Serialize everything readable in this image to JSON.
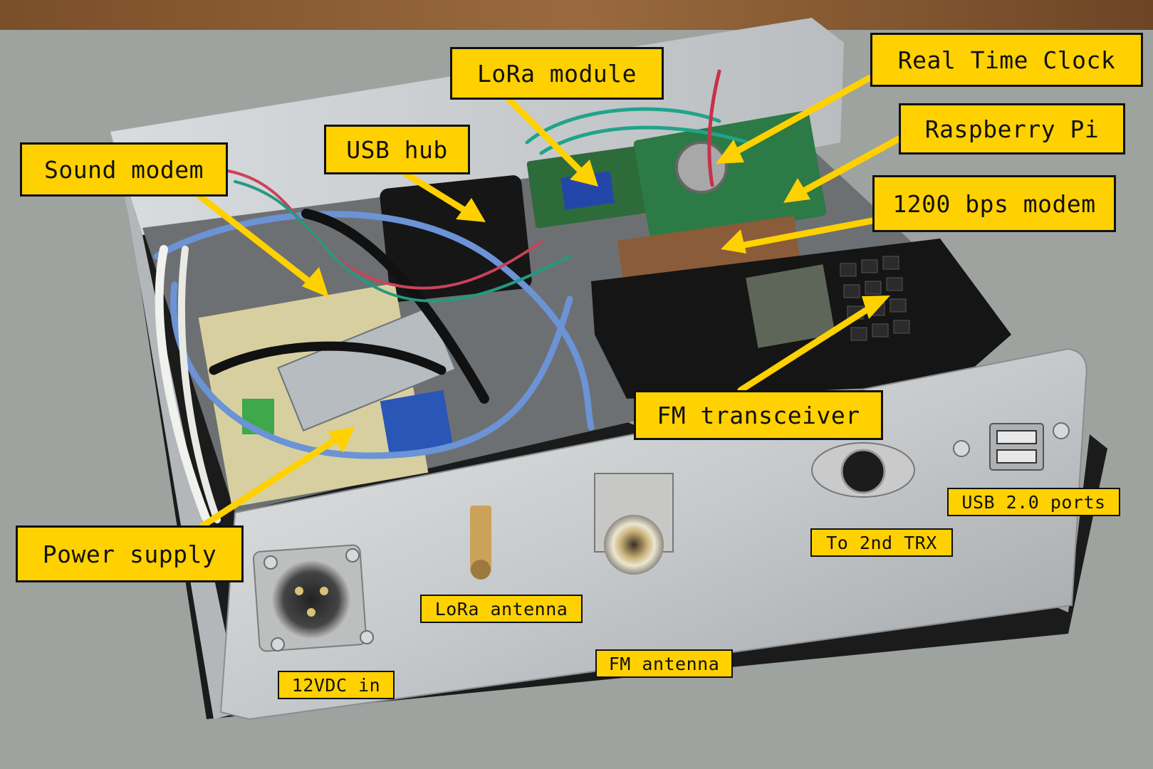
{
  "labels": {
    "lora_module": "LoRa module",
    "real_time_clock": "Real Time Clock",
    "usb_hub": "USB hub",
    "raspberry_pi": "Raspberry Pi",
    "sound_modem": "Sound modem",
    "modem_1200": "1200 bps modem",
    "fm_transceiver": "FM transceiver",
    "power_supply": "Power supply",
    "usb_ports": "USB 2.0 ports",
    "to_2nd_trx": "To 2nd TRX",
    "lora_antenna": "LoRa antenna",
    "fm_antenna": "FM antenna",
    "dc_in": "12VDC in"
  },
  "colors": {
    "label_fill": "#ffd100",
    "label_border": "#111111",
    "arrow": "#ffd100",
    "desk": "#9ea3a0",
    "aluminum": "#c9cbcc",
    "wood": "#8a5a32"
  }
}
